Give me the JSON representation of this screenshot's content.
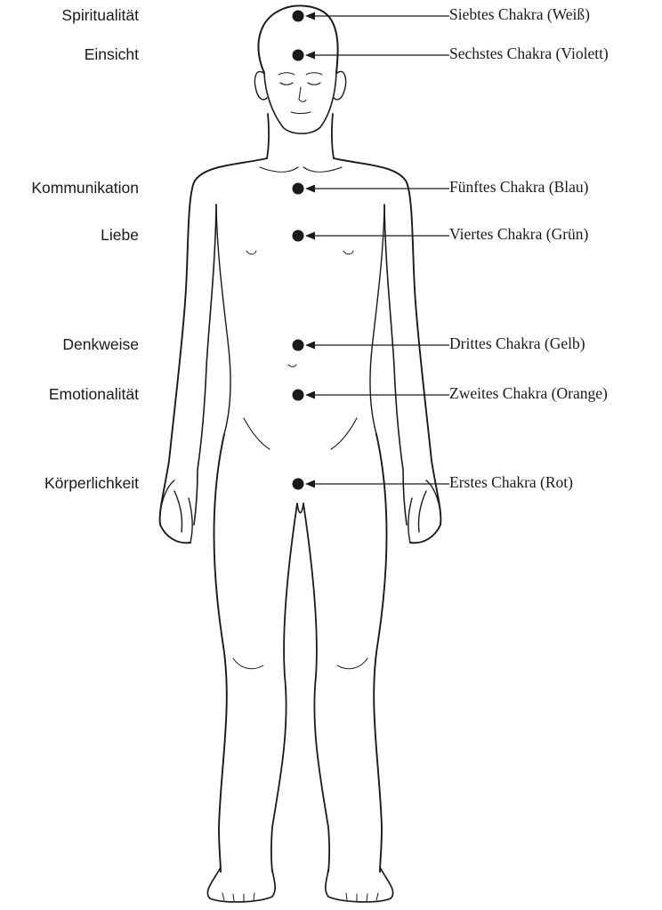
{
  "figure": {
    "icon": "human-body-outline"
  },
  "chakras": [
    {
      "quality": "Spiritualität",
      "label": "Siebtes Chakra (Weiß)"
    },
    {
      "quality": "Einsicht",
      "label": "Sechstes Chakra (Violett)"
    },
    {
      "quality": "Kommunikation",
      "label": "Fünftes Chakra (Blau)"
    },
    {
      "quality": "Liebe",
      "label": "Viertes Chakra (Grün)"
    },
    {
      "quality": "Denkweise",
      "label": "Drittes Chakra (Gelb)"
    },
    {
      "quality": "Emotionalität",
      "label": "Zweites Chakra (Orange)"
    },
    {
      "quality": "Körperlichkeit",
      "label": "Erstes Chakra (Rot)"
    }
  ],
  "colors": {
    "ink": "#1a1a1a",
    "background": "#ffffff"
  }
}
